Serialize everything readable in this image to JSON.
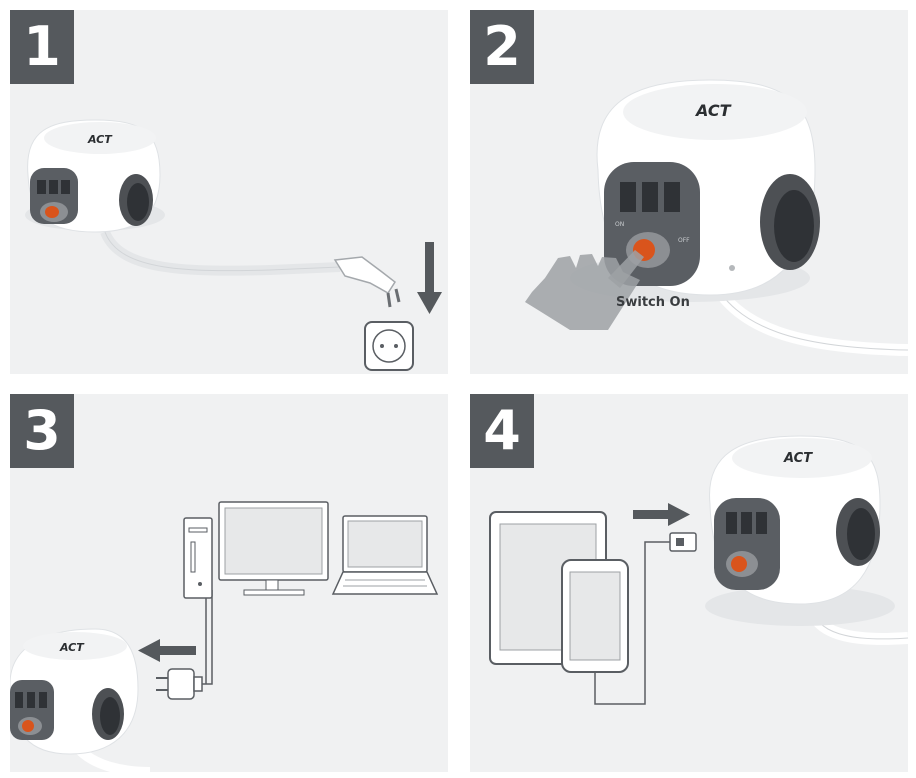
{
  "steps": [
    {
      "number": "1"
    },
    {
      "number": "2",
      "caption": "Switch On"
    },
    {
      "number": "3"
    },
    {
      "number": "4"
    }
  ],
  "brand": {
    "logo": "ACT"
  },
  "device": {
    "on_label": "ON",
    "off_label": "OFF"
  },
  "icons": {
    "step1": [
      "power-cube-icon",
      "angled-plug-icon",
      "down-arrow-icon",
      "wall-socket-icon"
    ],
    "step2": [
      "power-cube-icon",
      "hand-pointer-icon"
    ],
    "step3": [
      "power-cube-icon",
      "left-arrow-icon",
      "plug-icon",
      "pc-tower-icon",
      "monitor-icon",
      "laptop-icon"
    ],
    "step4": [
      "tablet-icon",
      "smartphone-icon",
      "usb-plug-icon",
      "right-arrow-icon",
      "power-cube-icon"
    ]
  },
  "colors": {
    "badge": "#55595d",
    "panel": "#f0f1f2",
    "cube_white": "#ffffff",
    "usb_panel": "#5a5e63",
    "switch": "#d9541c",
    "line_art": "#55595d"
  }
}
